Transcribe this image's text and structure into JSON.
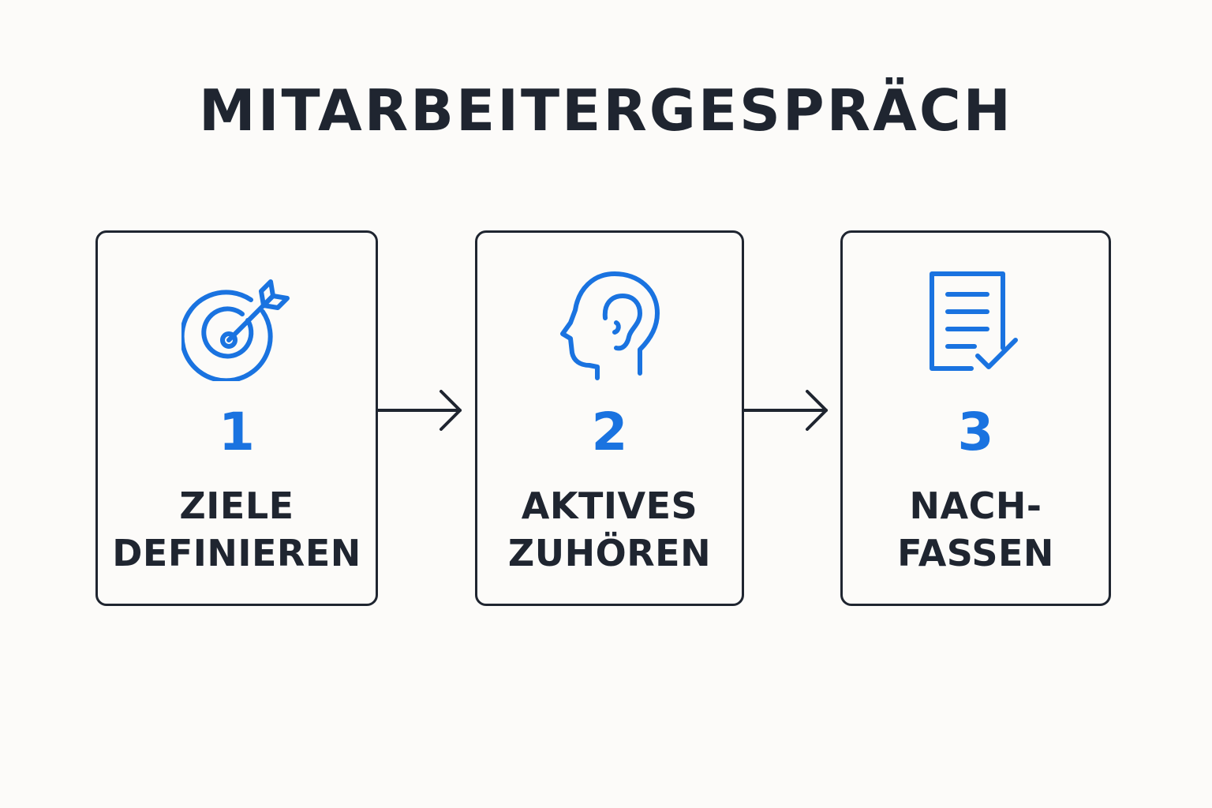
{
  "title": "MITARBEITERGESPRÄCH",
  "steps": [
    {
      "number": "1",
      "label_lines": [
        "ZIELE",
        "DEFINIEREN"
      ],
      "icon": "target-arrow-icon"
    },
    {
      "number": "2",
      "label_lines": [
        "AKTIVES",
        "ZUHÖREN"
      ],
      "icon": "head-ear-icon"
    },
    {
      "number": "3",
      "label_lines": [
        "NACH-",
        "FASSEN"
      ],
      "icon": "document-check-icon"
    }
  ],
  "colors": {
    "accent": "#1a73e0",
    "text": "#1f2530",
    "background": "#fcfbf9"
  }
}
